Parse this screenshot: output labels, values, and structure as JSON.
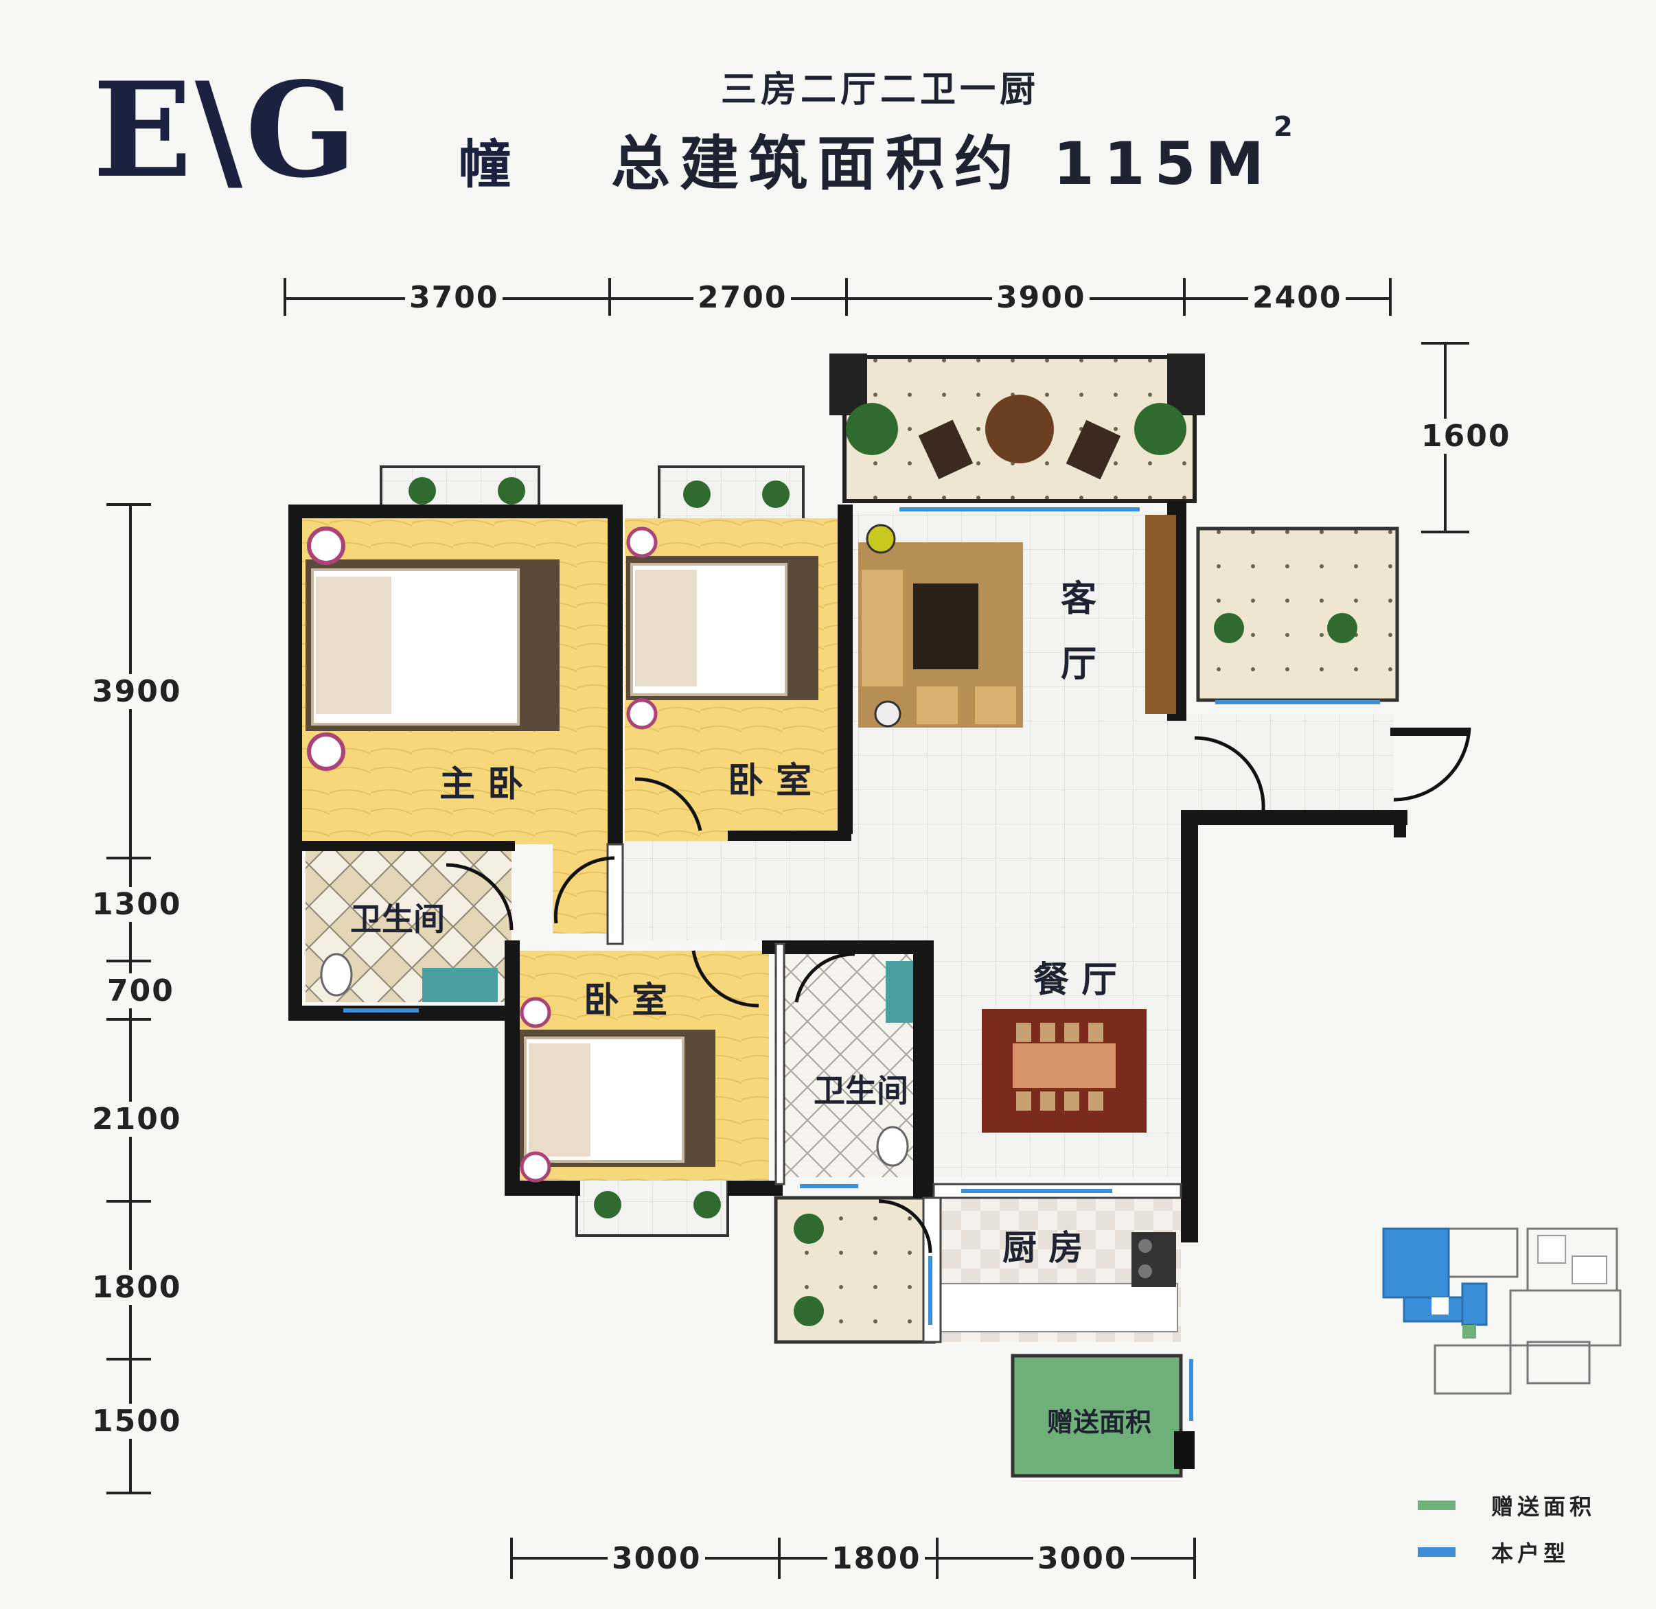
{
  "header": {
    "building_letters": "E\\G",
    "building_suffix": "幢",
    "layout_type": "三房二厅二卫一厨",
    "area_text": "总建筑面积约 115M",
    "area_sup": "2"
  },
  "dimensions": {
    "top": [
      "3700",
      "2700",
      "3900",
      "2400"
    ],
    "right": [
      "1600"
    ],
    "left": [
      "3900",
      "1300",
      "700",
      "2100",
      "1800",
      "1500"
    ],
    "bottom": [
      "3000",
      "1800",
      "3000"
    ]
  },
  "rooms": {
    "master_bedroom": "主 卧",
    "bedroom_1": "卧 室",
    "bedroom_2": "卧 室",
    "living_room_1": "客",
    "living_room_2": "厅",
    "dining_room": "餐 厅",
    "bathroom_1": "卫生间",
    "bathroom_2": "卫生间",
    "kitchen": "厨 房",
    "bonus_area": "赠送面积"
  },
  "legend": [
    {
      "label": "赠送面积",
      "color": "#6fb07a"
    },
    {
      "label": "本户型",
      "color": "#3a8fd8"
    }
  ],
  "colors": {
    "wall": "#161616",
    "floor_wood": "#f6d77a",
    "floor_tile": "#f2f2f2",
    "balcony": "#efe6d2",
    "bonus": "#6fb07a",
    "unit_highlight": "#3a8fd8",
    "title": "#1b2240"
  }
}
